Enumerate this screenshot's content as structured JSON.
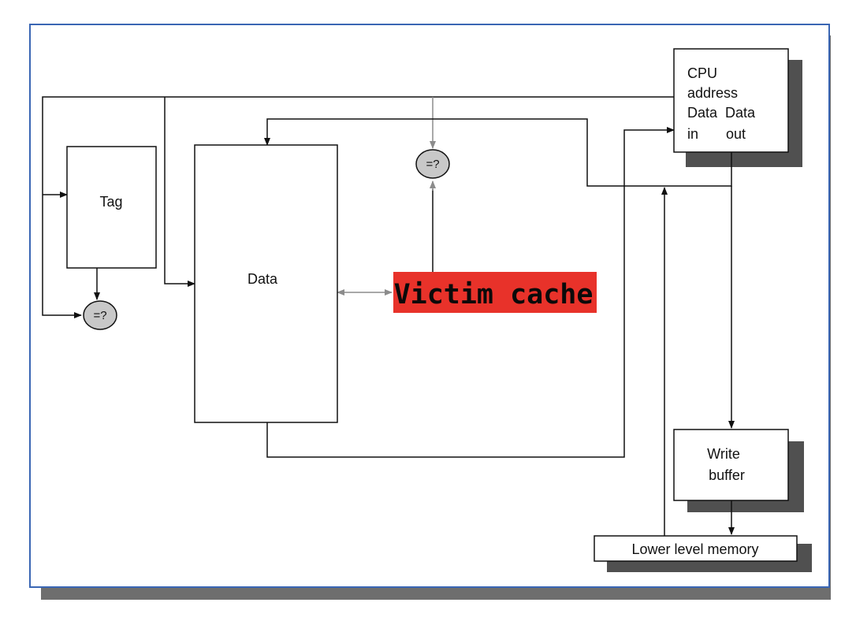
{
  "blocks": {
    "tag": "Tag",
    "data": "Data",
    "victim_cache": "Victim cache",
    "cpu": [
      "CPU",
      "address",
      "Data  Data",
      "in       out"
    ],
    "write_buffer": [
      "Write",
      "buffer"
    ],
    "lower_memory": "Lower level memory"
  },
  "comparators": {
    "tag_compare": "=?",
    "victim_compare": "=?"
  },
  "colors": {
    "frame_border": "#3a66b4",
    "frame_shadow": "#6e6e6e",
    "box_shadow": "#505050",
    "victim_fill": "#e8322a",
    "comparator_fill": "#c8c8c8",
    "line_black": "#111111",
    "line_gray": "#8c8c8c"
  }
}
